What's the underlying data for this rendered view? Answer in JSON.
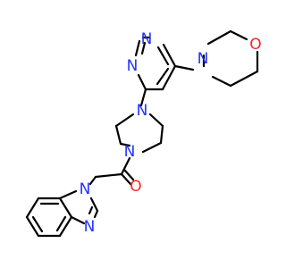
{
  "molecule": {
    "colors": {
      "carbon": "#000000",
      "nitrogen": "#2233ff",
      "oxygen": "#ff2222",
      "background": "#ffffff"
    },
    "labels": {
      "n_morpholine": "N",
      "o_morpholine": "O",
      "n_pyrimidine_top": "N",
      "n_pyrimidine_left": "N",
      "n_piperazine_top": "N",
      "n_piperazine_bottom": "N",
      "o_carbonyl": "O",
      "n_benzimidazole_1": "N",
      "n_benzimidazole_3": "N"
    }
  }
}
